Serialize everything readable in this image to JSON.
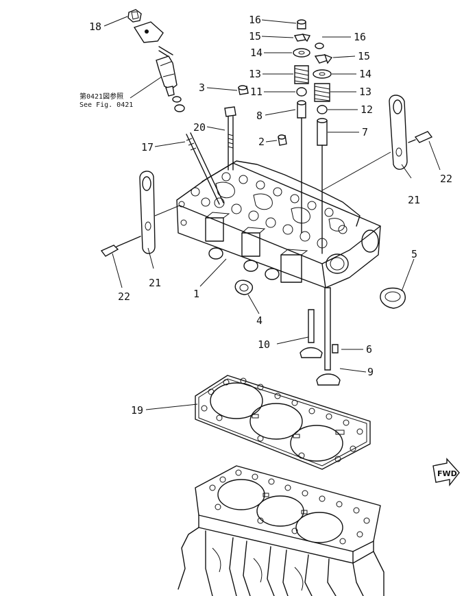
{
  "figure": {
    "reference_note": {
      "line1": "第0421図参照",
      "line2": "See Fig. 0421"
    },
    "direction_marker": "FWD",
    "callouts": {
      "c1": "1",
      "c2": "2",
      "c3": "3",
      "c4": "4",
      "c5": "5",
      "c6": "6",
      "c7": "7",
      "c8": "8",
      "c9": "9",
      "c10": "10",
      "c11": "11",
      "c12": "12",
      "c13a": "13",
      "c13b": "13",
      "c14a": "14",
      "c14b": "14",
      "c15a": "15",
      "c15b": "15",
      "c16a": "16",
      "c16b": "16",
      "c17": "17",
      "c18": "18",
      "c19": "19",
      "c20": "20",
      "c21a": "21",
      "c21b": "21",
      "c22a": "22",
      "c22b": "22"
    }
  }
}
